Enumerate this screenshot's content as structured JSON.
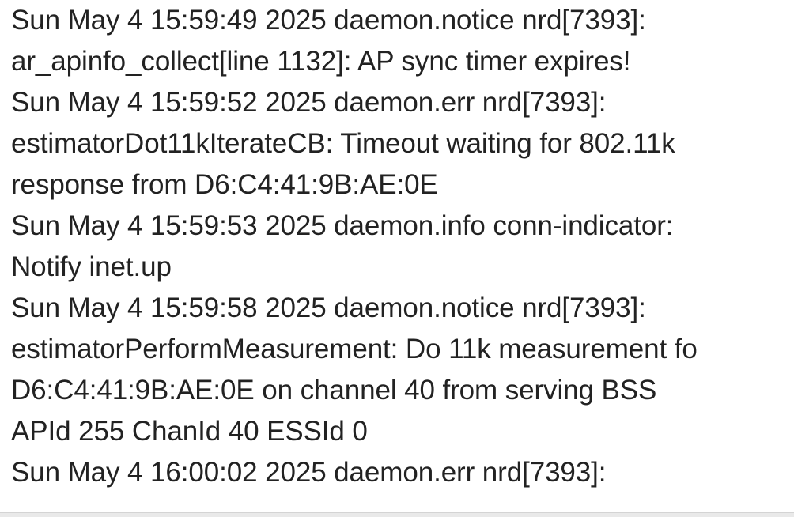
{
  "log": {
    "lines": [
      "Sun May 4 15:59:49 2025 daemon.notice nrd[7393]:",
      "ar_apinfo_collect[line 1132]: AP sync timer expires!",
      "Sun May 4 15:59:52 2025 daemon.err nrd[7393]:",
      "estimatorDot11kIterateCB: Timeout waiting for 802.11k",
      "response from D6:C4:41:9B:AE:0E",
      "Sun May 4 15:59:53 2025 daemon.info conn-indicator:",
      "Notify inet.up",
      "Sun May 4 15:59:58 2025 daemon.notice nrd[7393]:",
      "estimatorPerformMeasurement: Do 11k measurement fo",
      "D6:C4:41:9B:AE:0E on channel 40 from serving BSS",
      "APId 255 ChanId 40 ESSId 0",
      "Sun May 4 16:00:02 2025 daemon.err nrd[7393]:"
    ]
  }
}
